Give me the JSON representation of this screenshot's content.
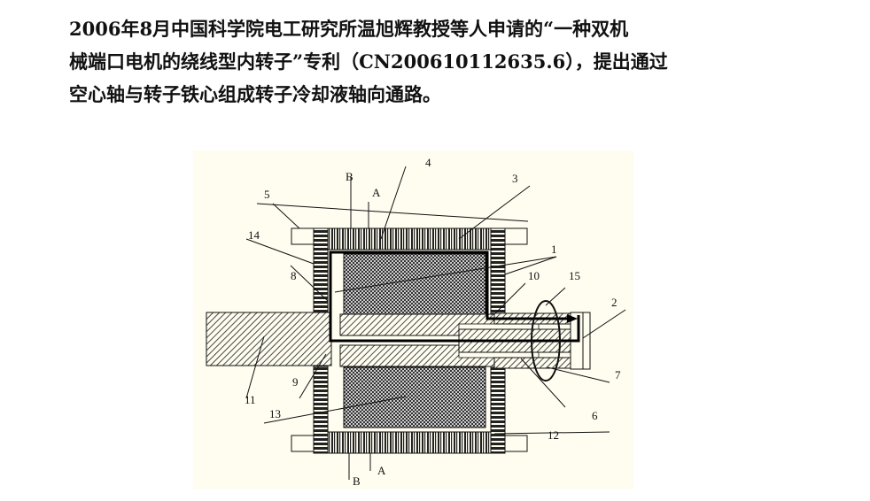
{
  "paragraph": {
    "lines": [
      "2006年8月中国科学院电工研究所温旭辉教授等人申请的“一种双机",
      "械端口电机的绕线型内转子”专利（CN200610112635.6），提出通过",
      "空心轴与转子铁心组成转子冷却液轴向通路。"
    ]
  },
  "figure": {
    "labels": {
      "n1": "1",
      "n2": "2",
      "n3": "3",
      "n4": "4",
      "n5": "5",
      "n6": "6",
      "n7": "7",
      "n8": "8",
      "n9": "9",
      "n10": "10",
      "n11": "11",
      "n12": "12",
      "n13": "13",
      "n14": "14",
      "n15": "15",
      "a_top": "A",
      "b_top": "B",
      "a_bottom": "A",
      "b_bottom": "B"
    }
  }
}
